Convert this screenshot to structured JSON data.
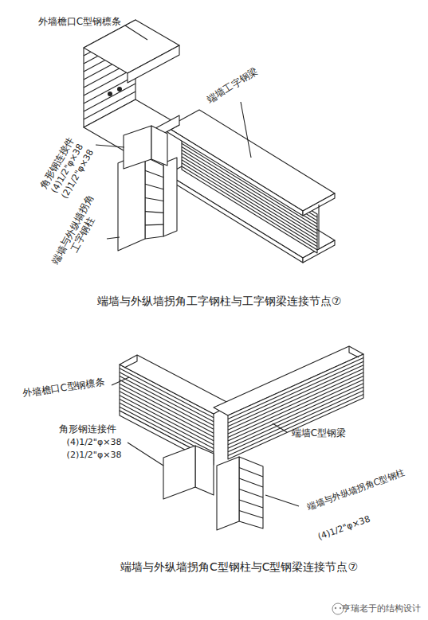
{
  "diagram": {
    "labels": [
      "外墙檐口C型钢檩条",
      "端墙工字钢梁",
      "角形钢连接件",
      "(4)1/2\"φ×38",
      "(2)1/2\"φ×38",
      "端墙与外纵墙拐角工字钢柱",
      "端墙与外纵墙拐角工字钢柱与工字钢梁连接节点⑦",
      "外墙檐口C型钢檩条",
      "角形钢连接件",
      "(4)1/2\"φ×38",
      "(2)1/2\"φ×38",
      "端墙C型钢梁",
      "端墙与外纵墙拐角C型钢柱",
      "(4)1/2\"φ×38",
      "端墙与外纵墙拐角C型钢柱与C型钢梁连接节点⑦",
      "亨瑞老于的结构设计"
    ]
  }
}
